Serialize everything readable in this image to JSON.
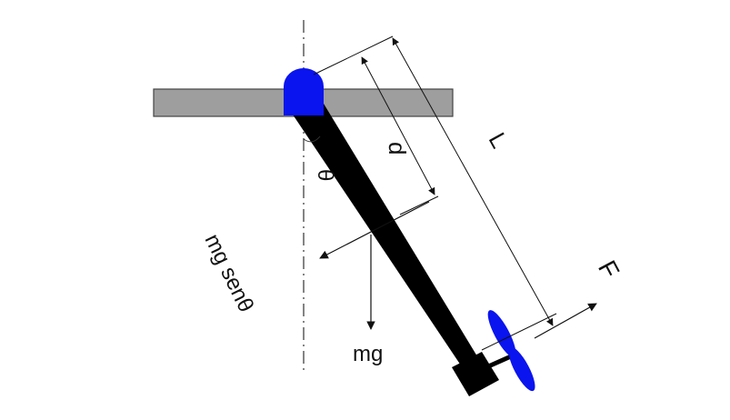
{
  "labels": {
    "length": "L",
    "distance": "d",
    "angle": "θ",
    "weight": "mg",
    "tangential_component": "mg senθ",
    "force": "F"
  },
  "colors": {
    "beam": "#9e9e9e",
    "pivot": "#0a14ee",
    "rod": "#000000",
    "propeller": "#0a14ee",
    "lines": "#111111"
  }
}
